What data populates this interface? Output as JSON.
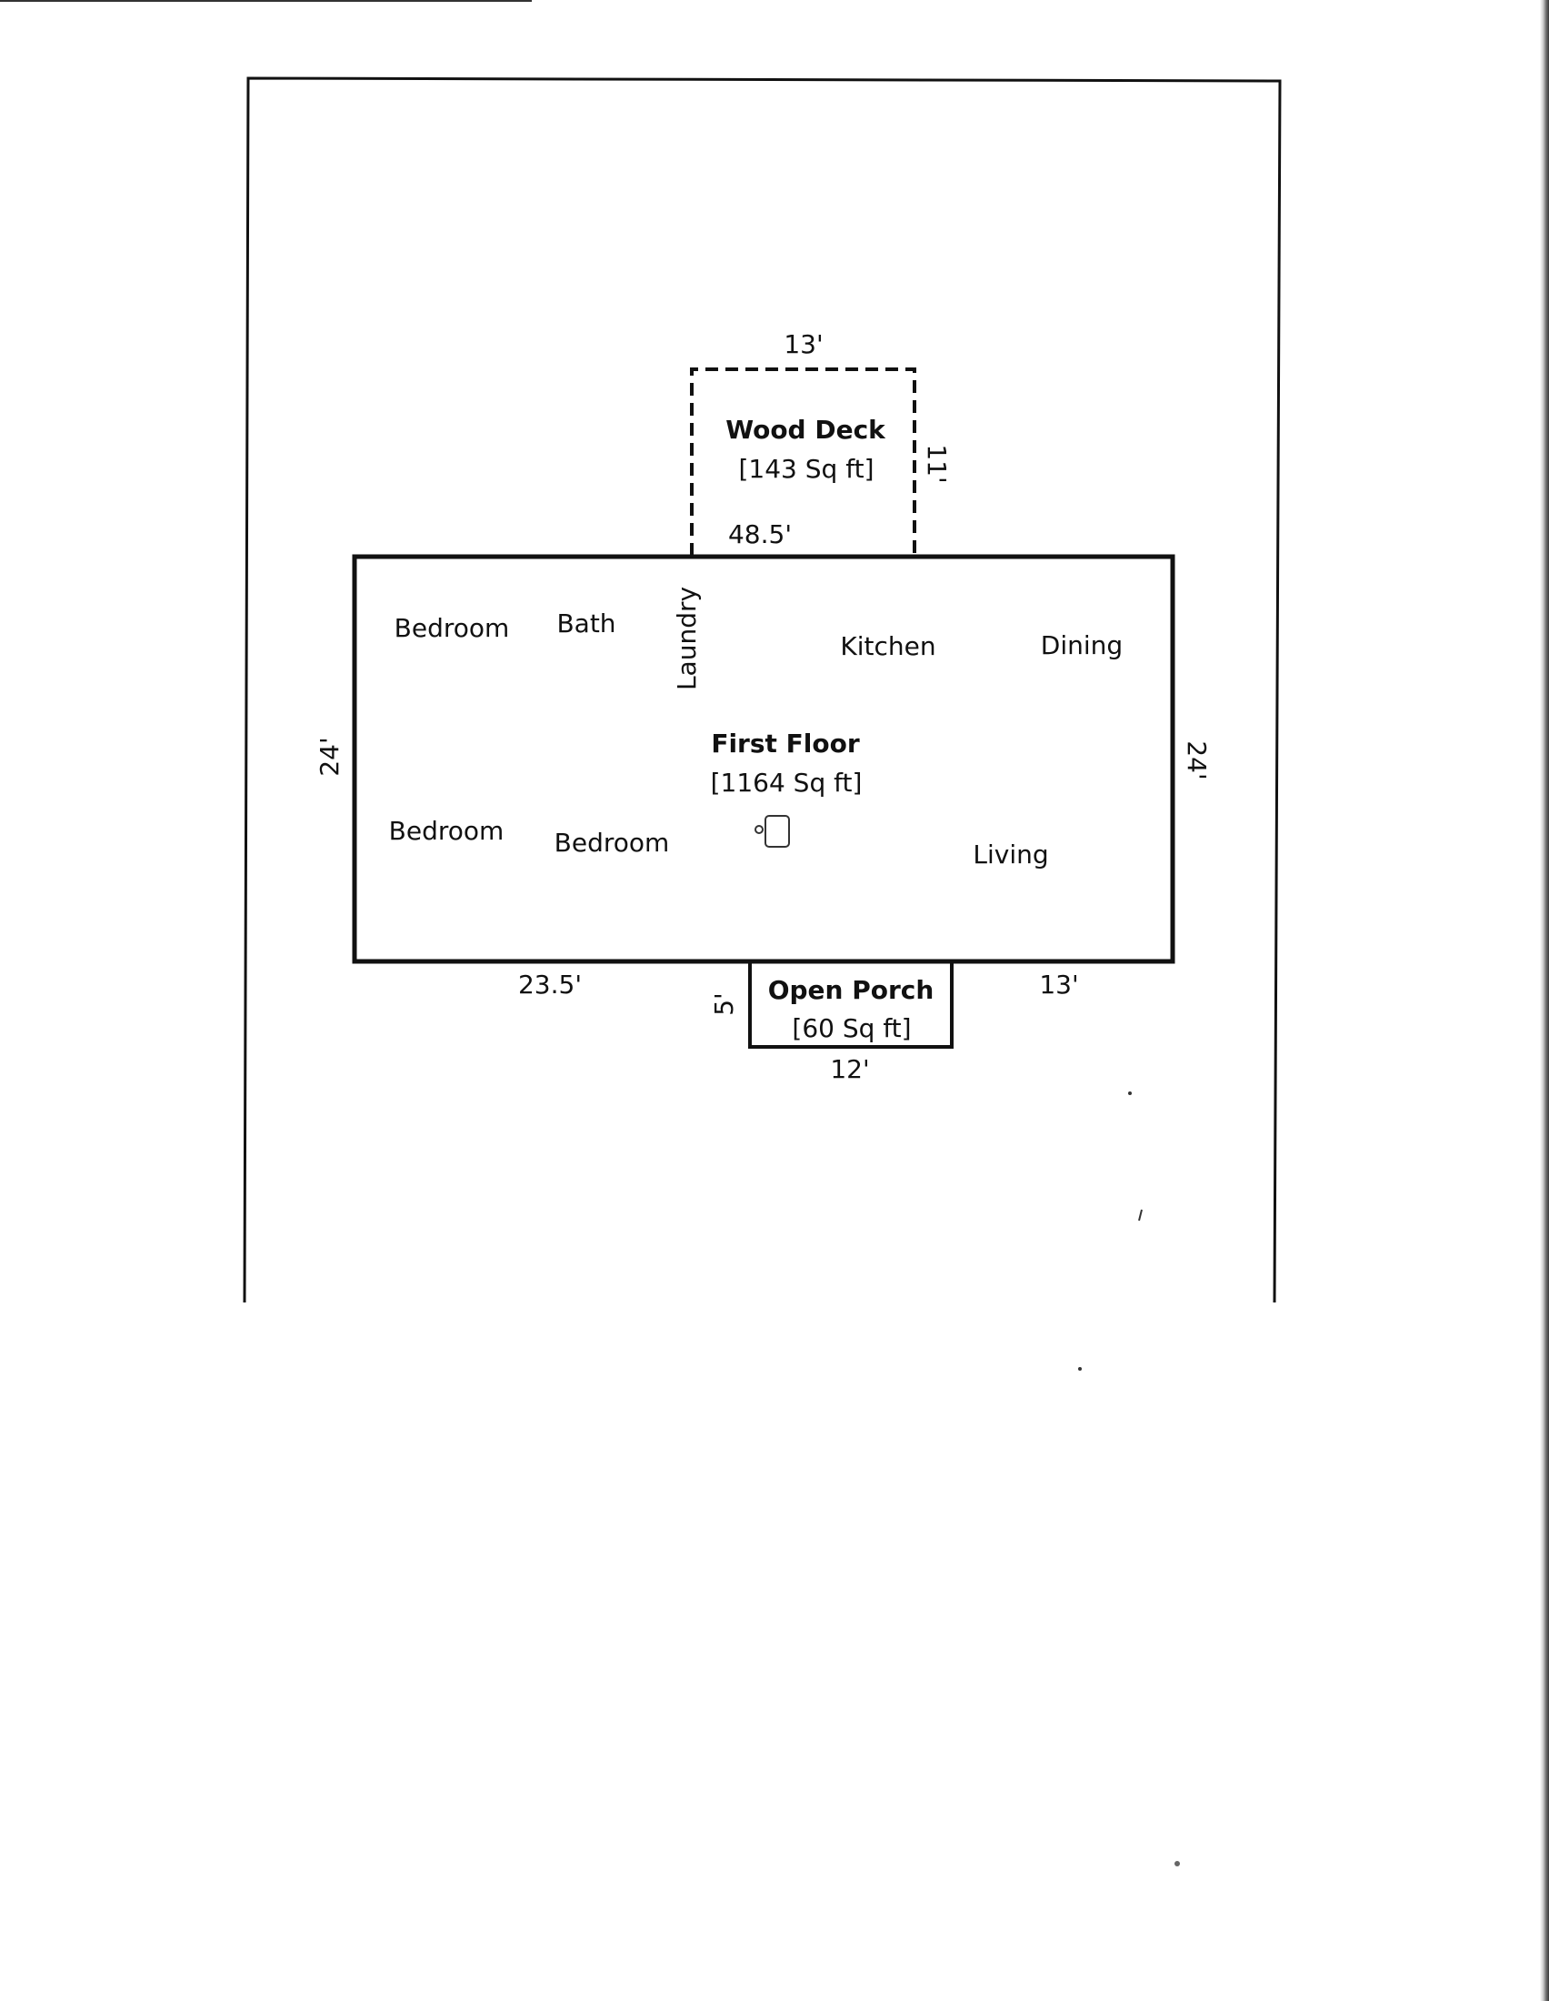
{
  "diagram": {
    "wood_deck": {
      "title": "Wood Deck",
      "area": "[143 Sq ft]"
    },
    "first_floor": {
      "title": "First Floor",
      "area": "[1164 Sq ft]"
    },
    "open_porch": {
      "title": "Open Porch",
      "area": "[60 Sq ft]"
    },
    "rooms": {
      "bedroom_top_left": "Bedroom",
      "bath": "Bath",
      "laundry": "Laundry",
      "kitchen": "Kitchen",
      "dining": "Dining",
      "bedroom_bottom_left": "Bedroom",
      "bedroom_bottom_middle": "Bedroom",
      "living": "Living"
    },
    "dimensions": {
      "deck_width": "13'",
      "deck_depth": "11'",
      "top_wall": "48.5'",
      "left_wall": "24'",
      "right_wall": "24'",
      "bottom_left_wall": "23.5'",
      "bottom_right_wall": "13'",
      "porch_depth": "5'",
      "porch_width": "12'"
    }
  }
}
